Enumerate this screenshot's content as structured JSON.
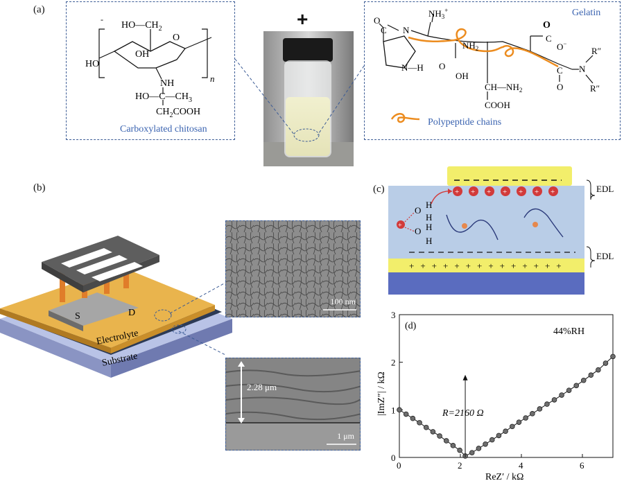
{
  "panel_labels": {
    "a": "(a)",
    "b": "(b)",
    "c": "(c)",
    "d": "(d)"
  },
  "panel_a": {
    "chitosan_label": "Carboxylated chitosan",
    "plus_sign": "+",
    "gelatin_label": "Gelatin",
    "polypeptide_label": "Polypeptide chains",
    "chitosan_atoms": {
      "ho_ch2": "HO—CH",
      "sub2": "2",
      "oh": "OH",
      "ho_left": "HO",
      "nh": "NH",
      "ho_c_ch3": "HO—C—CH",
      "sub3": "3",
      "ch2cooh": "CH",
      "cooh": "COOH",
      "n_sub": "n",
      "o_ring": "O",
      "minus": "-"
    },
    "gelatin_atoms": {
      "nh3": "NH",
      "sub3": "3",
      "plus": "+",
      "o_left": "O",
      "c_left": "C",
      "n_left": "N",
      "nh2_top": "NH",
      "sub2": "2",
      "nh_ring": "N—H",
      "cooh_mid": "O",
      "oh": "OH",
      "ch_nh2": "CH—NH",
      "cooh_bottom": "COOH",
      "o_top": "O",
      "c_top": "C",
      "o_minus": "O",
      "minus": "−",
      "c_right": "C",
      "n_right": "N",
      "o_right": "O",
      "r1": "R″",
      "r2": "R″",
      "c_mid": "C"
    }
  },
  "panel_b": {
    "source_label": "S",
    "drain_label": "D",
    "electrolyte_label": "Electrolyte",
    "substrate_label": "Substrate",
    "sem_top_scale": "100 nm",
    "sem_bottom_scale": "1 μm",
    "thickness_label": "2.28 μm"
  },
  "panel_c": {
    "edl_top": "EDL",
    "edl_bottom": "EDL",
    "water_atoms": {
      "o": "O",
      "h": "H"
    }
  },
  "chart_data": {
    "type": "scatter",
    "title": "",
    "annotation_rh": "44%RH",
    "annotation_r": "R=2160 Ω",
    "xlabel": "ReZ′ / kΩ",
    "ylabel": "|ImZ″| / kΩ",
    "xlim": [
      0,
      7
    ],
    "ylim": [
      0,
      3
    ],
    "xticks": [
      0,
      2,
      4,
      6
    ],
    "yticks": [
      0,
      1,
      2,
      3
    ],
    "x": [
      0.0,
      0.22,
      0.44,
      0.66,
      0.88,
      1.1,
      1.32,
      1.54,
      1.76,
      1.98,
      2.16,
      2.38,
      2.6,
      2.82,
      3.04,
      3.26,
      3.48,
      3.7,
      3.92,
      4.14,
      4.36,
      4.6,
      4.84,
      5.08,
      5.32,
      5.56,
      5.8,
      6.04,
      6.28,
      6.52,
      6.76,
      7.0
    ],
    "y": [
      1.0,
      0.91,
      0.82,
      0.73,
      0.63,
      0.54,
      0.45,
      0.35,
      0.25,
      0.15,
      0.03,
      0.1,
      0.19,
      0.28,
      0.37,
      0.46,
      0.55,
      0.65,
      0.74,
      0.83,
      0.92,
      1.02,
      1.12,
      1.21,
      1.31,
      1.41,
      1.51,
      1.62,
      1.73,
      1.84,
      1.98,
      2.12
    ]
  }
}
